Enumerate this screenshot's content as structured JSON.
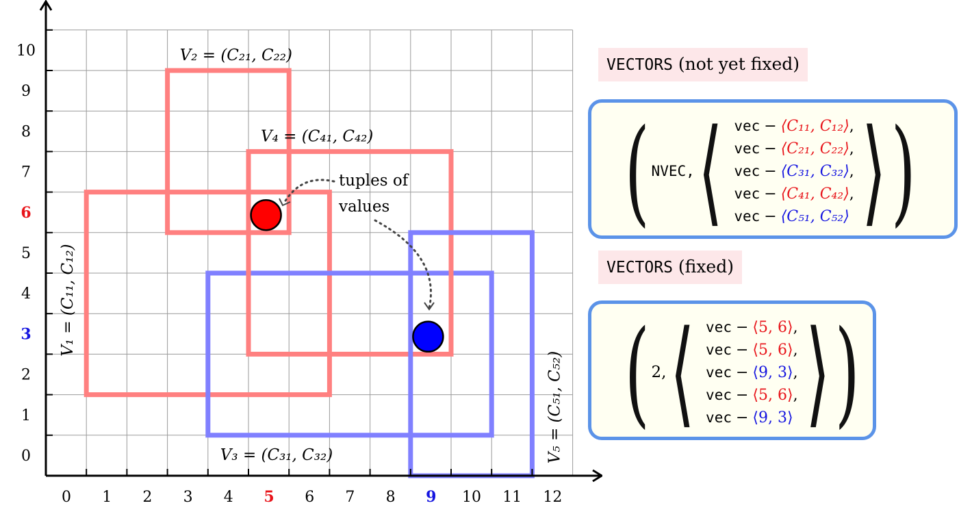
{
  "axes": {
    "x_ticks": [
      "0",
      "1",
      "2",
      "3",
      "4",
      "5",
      "6",
      "7",
      "8",
      "9",
      "10",
      "11",
      "12"
    ],
    "y_ticks": [
      "0",
      "1",
      "2",
      "3",
      "4",
      "5",
      "6",
      "7",
      "8",
      "9",
      "10"
    ],
    "x_highlight": {
      "5": "#e8141a",
      "9": "#1515e0"
    },
    "y_highlight": {
      "6": "#e8141a",
      "3": "#1515e0"
    },
    "x_range": [
      0,
      13
    ],
    "y_range": [
      0,
      11
    ],
    "grid": true
  },
  "regions": [
    {
      "id": "v1",
      "label": "V₁ = (C₁₁, C₁₂)",
      "color": "#ff8080",
      "x0": 1,
      "x1": 7,
      "y0": 2,
      "y1": 7,
      "label_pos": "left-vertical"
    },
    {
      "id": "v2",
      "label": "V₂ = (C₂₁, C₂₂)",
      "color": "#ff8080",
      "x0": 3,
      "x1": 6,
      "y0": 6,
      "y1": 10,
      "label_pos": "top"
    },
    {
      "id": "v3",
      "label": "V₃ = (C₃₁, C₃₂)",
      "color": "#8080ff",
      "x0": 4,
      "x1": 11,
      "y0": 1,
      "y1": 5,
      "label_pos": "bottom"
    },
    {
      "id": "v4",
      "label": "V₄ = (C₄₁, C₄₂)",
      "color": "#ff8080",
      "x0": 5,
      "x1": 10,
      "y0": 3,
      "y1": 8,
      "label_pos": "top"
    },
    {
      "id": "v5",
      "label": "V₅ = (C₅₁, C₅₂)",
      "color": "#8080ff",
      "x0": 9,
      "x1": 12,
      "y0": 0,
      "y1": 6,
      "label_pos": "right-vertical"
    }
  ],
  "points": [
    {
      "id": "red",
      "x": 5.5,
      "y": 6.5,
      "color": "#ff0000"
    },
    {
      "id": "blue",
      "x": 9.5,
      "y": 3.5,
      "color": "#0000ff"
    }
  ],
  "annotation": {
    "line1": "tuples of",
    "line2": "values"
  },
  "panel_unfixed": {
    "title_keyword": "VECTORS",
    "title_rest": " (not yet fixed)",
    "head": "NVEC,",
    "rows": [
      {
        "vec": "vec",
        "dash": "−",
        "value": "⟨C₁₁, C₁₂⟩",
        "sep": ",",
        "color": "#e8141a"
      },
      {
        "vec": "vec",
        "dash": "−",
        "value": "⟨C₂₁, C₂₂⟩",
        "sep": ",",
        "color": "#e8141a"
      },
      {
        "vec": "vec",
        "dash": "−",
        "value": "⟨C₃₁, C₃₂⟩",
        "sep": ",",
        "color": "#1515e0"
      },
      {
        "vec": "vec",
        "dash": "−",
        "value": "⟨C₄₁, C₄₂⟩",
        "sep": ",",
        "color": "#e8141a"
      },
      {
        "vec": "vec",
        "dash": "−",
        "value": "⟨C₅₁, C₅₂⟩",
        "sep": "",
        "color": "#1515e0"
      }
    ]
  },
  "panel_fixed": {
    "title_keyword": "VECTORS",
    "title_rest": " (fixed)",
    "head": "2,",
    "rows": [
      {
        "vec": "vec",
        "dash": "−",
        "value": "⟨5, 6⟩",
        "sep": ",",
        "color": "#e8141a"
      },
      {
        "vec": "vec",
        "dash": "−",
        "value": "⟨5, 6⟩",
        "sep": ",",
        "color": "#e8141a"
      },
      {
        "vec": "vec",
        "dash": "−",
        "value": "⟨9, 3⟩",
        "sep": ",",
        "color": "#1515e0"
      },
      {
        "vec": "vec",
        "dash": "−",
        "value": "⟨5, 6⟩",
        "sep": ",",
        "color": "#e8141a"
      },
      {
        "vec": "vec",
        "dash": "−",
        "value": "⟨9, 3⟩",
        "sep": "",
        "color": "#1515e0"
      }
    ]
  }
}
